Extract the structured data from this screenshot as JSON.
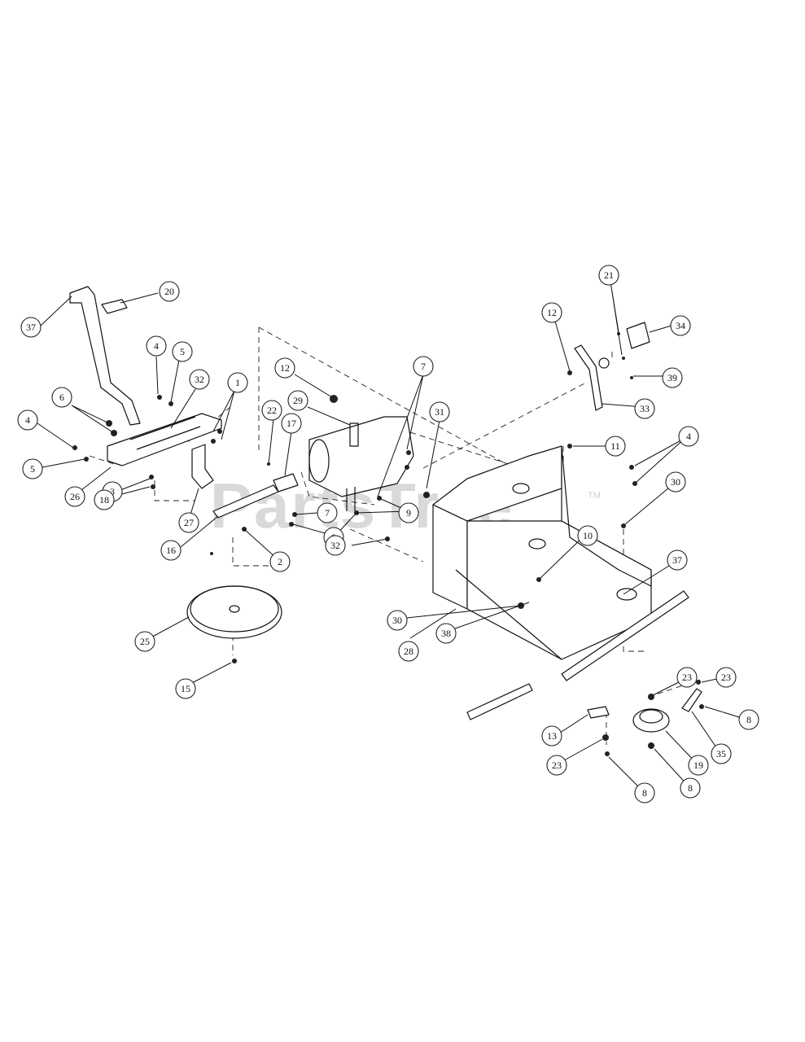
{
  "watermark": {
    "text": "PartsTree",
    "tm": "TM"
  },
  "callouts": [
    {
      "id": "c20",
      "label": "20"
    },
    {
      "id": "c37a",
      "label": "37"
    },
    {
      "id": "c4a",
      "label": "4"
    },
    {
      "id": "c5a",
      "label": "5"
    },
    {
      "id": "c32a",
      "label": "32"
    },
    {
      "id": "c1",
      "label": "1"
    },
    {
      "id": "c6",
      "label": "6"
    },
    {
      "id": "c4b",
      "label": "4"
    },
    {
      "id": "c5b",
      "label": "5"
    },
    {
      "id": "c26",
      "label": "26"
    },
    {
      "id": "c3",
      "label": "3"
    },
    {
      "id": "c18",
      "label": "18"
    },
    {
      "id": "c27",
      "label": "27"
    },
    {
      "id": "c12a",
      "label": "12"
    },
    {
      "id": "c29",
      "label": "29"
    },
    {
      "id": "c22",
      "label": "22"
    },
    {
      "id": "c17",
      "label": "17"
    },
    {
      "id": "c16",
      "label": "16"
    },
    {
      "id": "c2",
      "label": "2"
    },
    {
      "id": "c7a",
      "label": "7"
    },
    {
      "id": "c9a",
      "label": "9"
    },
    {
      "id": "c7b",
      "label": "7"
    },
    {
      "id": "c31",
      "label": "31"
    },
    {
      "id": "c9b",
      "label": "9"
    },
    {
      "id": "c32b",
      "label": "32"
    },
    {
      "id": "c25",
      "label": "25"
    },
    {
      "id": "c15",
      "label": "15"
    },
    {
      "id": "c21",
      "label": "21"
    },
    {
      "id": "c12b",
      "label": "12"
    },
    {
      "id": "c34",
      "label": "34"
    },
    {
      "id": "c39",
      "label": "39"
    },
    {
      "id": "c33",
      "label": "33"
    },
    {
      "id": "c11",
      "label": "11"
    },
    {
      "id": "c4c",
      "label": "4"
    },
    {
      "id": "c30a",
      "label": "30"
    },
    {
      "id": "c10",
      "label": "10"
    },
    {
      "id": "c37b",
      "label": "37"
    },
    {
      "id": "c30b",
      "label": "30"
    },
    {
      "id": "c28",
      "label": "28"
    },
    {
      "id": "c38",
      "label": "38"
    },
    {
      "id": "c23a",
      "label": "23"
    },
    {
      "id": "c23b",
      "label": "23"
    },
    {
      "id": "c8a",
      "label": "8"
    },
    {
      "id": "c35",
      "label": "35"
    },
    {
      "id": "c13",
      "label": "13"
    },
    {
      "id": "c19",
      "label": "19"
    },
    {
      "id": "c8b",
      "label": "8"
    },
    {
      "id": "c23c",
      "label": "23"
    },
    {
      "id": "c8c",
      "label": "8"
    }
  ]
}
